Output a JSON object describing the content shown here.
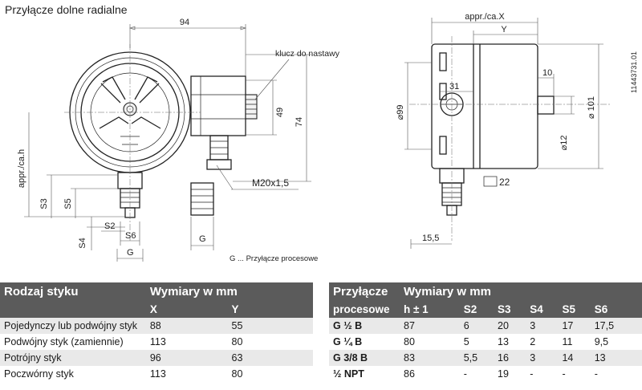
{
  "page": {
    "title": "Przyłącze dolne radialne"
  },
  "drawing": {
    "dim_94": "94",
    "label_key": "klucz do nastawy",
    "dim_49": "49",
    "dim_74": "74",
    "dim_appr_h": "appr./ca.h",
    "dim_s3": "S3",
    "dim_s5": "S5",
    "dim_s4": "S4",
    "dim_s2": "S2",
    "dim_s6": "S6",
    "dim_g_left": "G",
    "dim_g_mid": "G",
    "dim_m20": "M20x1,5",
    "label_process": "G ... Przyłącze procesowe",
    "dim_appr_x": "appr./ca.X",
    "dim_y": "Y",
    "dim_31": "31",
    "dim_10": "10",
    "dim_d99": "⌀99",
    "dim_d101": "⌀ 101",
    "dim_d12": "⌀12",
    "dim_22": "22",
    "dim_155": "15,5",
    "doc_number": "1144373​1.01"
  },
  "table_left": {
    "header_col1": "Rodzaj styku",
    "header_group": "Wymiary w mm",
    "header_x": "X",
    "header_y": "Y",
    "rows": [
      {
        "name": "Pojedynczy lub podwójny styk",
        "x": "88",
        "y": "55"
      },
      {
        "name": "Podwójny styk (zamiennie)",
        "x": "113",
        "y": "80"
      },
      {
        "name": "Potrójny styk",
        "x": "96",
        "y": "63"
      },
      {
        "name": "Poczwórny styk",
        "x": "113",
        "y": "80"
      }
    ]
  },
  "table_right": {
    "header_col1_line1": "Przyłącze",
    "header_col1_line2": "procesowe",
    "header_group": "Wymiary w mm",
    "headers": [
      "h ± 1",
      "S2",
      "S3",
      "S4",
      "S5",
      "S6"
    ],
    "rows": [
      {
        "name": "G ½ B",
        "cells": [
          "87",
          "6",
          "20",
          "3",
          "17",
          "17,5"
        ]
      },
      {
        "name": "G ¼ B",
        "cells": [
          "80",
          "5",
          "13",
          "2",
          "11",
          "9,5"
        ]
      },
      {
        "name": "G 3/8 B",
        "cells": [
          "83",
          "5,5",
          "16",
          "3",
          "14",
          "13"
        ]
      },
      {
        "name": "½ NPT",
        "cells": [
          "86",
          "-",
          "19",
          "-",
          "-",
          "-"
        ]
      }
    ]
  }
}
